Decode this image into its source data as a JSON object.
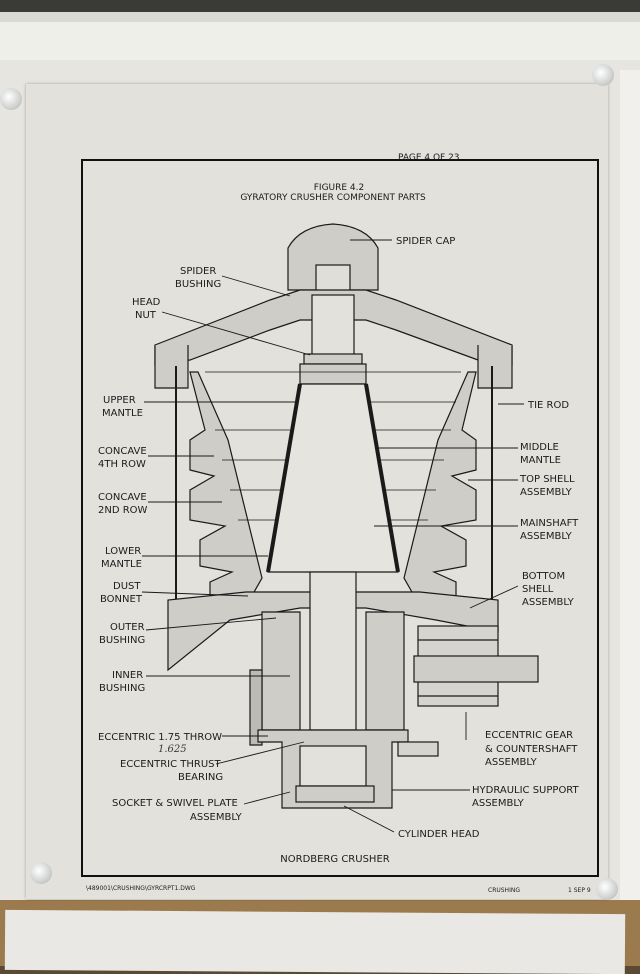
{
  "header": {
    "page": "PAGE 4 OF 23",
    "figure": "FIGURE 4.2",
    "title": "GYRATORY CRUSHER COMPONENT PARTS"
  },
  "labels": {
    "spider_cap": "SPIDER CAP",
    "spider_bushing_1": "SPIDER",
    "spider_bushing_2": "BUSHING",
    "head_nut_1": "HEAD",
    "head_nut_2": "NUT",
    "upper_mantle_1": "UPPER",
    "upper_mantle_2": "MANTLE",
    "tie_rod": "TIE ROD",
    "concave_4th_1": "CONCAVE",
    "concave_4th_2": "4TH ROW",
    "middle_mantle_1": "MIDDLE",
    "middle_mantle_2": "MANTLE",
    "top_shell_1": "TOP SHELL",
    "top_shell_2": "ASSEMBLY",
    "concave_2nd_1": "CONCAVE",
    "concave_2nd_2": "2ND ROW",
    "mainshaft_1": "MAINSHAFT",
    "mainshaft_2": "ASSEMBLY",
    "lower_mantle_1": "LOWER",
    "lower_mantle_2": "MANTLE",
    "bottom_shell_1": "BOTTOM",
    "bottom_shell_2": "SHELL",
    "bottom_shell_3": "ASSEMBLY",
    "dust_bonnet_1": "DUST",
    "dust_bonnet_2": "BONNET",
    "outer_bushing_1": "OUTER",
    "outer_bushing_2": "BUSHING",
    "inner_bushing_1": "INNER",
    "inner_bushing_2": "BUSHING",
    "eccentric_throw": "ECCENTRIC 1.75 THROW",
    "handwritten": "1.625",
    "eccentric_gear_1": "ECCENTRIC GEAR",
    "eccentric_gear_2": "& COUNTERSHAFT",
    "eccentric_gear_3": "ASSEMBLY",
    "eccentric_thrust_1": "ECCENTRIC THRUST",
    "eccentric_thrust_2": "BEARING",
    "hydraulic_1": "HYDRAULIC SUPPORT",
    "hydraulic_2": "ASSEMBLY",
    "socket_1": "SOCKET & SWIVEL PLATE",
    "socket_2": "ASSEMBLY",
    "cylinder_head": "CYLINDER HEAD",
    "caption": "NORDBERG CRUSHER"
  },
  "footer": {
    "path": "\\489001\\CRUSHING\\GYRCRPT1.DWG",
    "section": "CRUSHING",
    "date": "1 SEP 9"
  }
}
